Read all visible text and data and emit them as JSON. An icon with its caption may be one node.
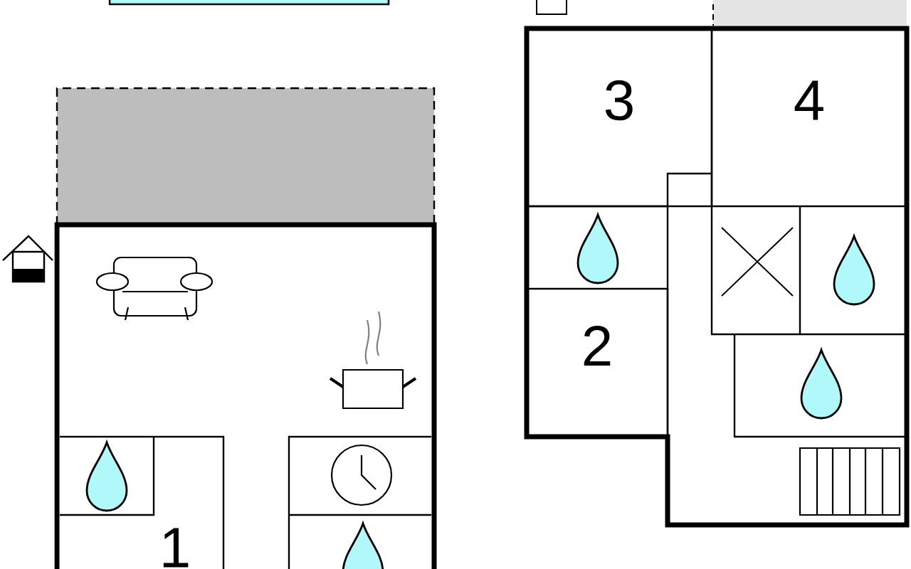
{
  "diagram": {
    "nodes": [
      {
        "text": [
          "1"
        ]
      },
      {
        "text": [
          "3"
        ]
      },
      {
        "text": [
          "4"
        ]
      },
      {
        "text": [
          "2"
        ]
      }
    ]
  }
}
